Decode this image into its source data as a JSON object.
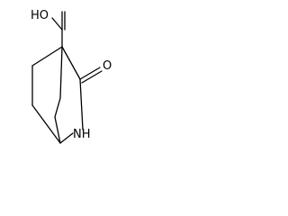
{
  "molecule": {
    "atoms": {
      "hydroxyl": "HO",
      "carbonyl_oxygen": "O",
      "amide_nitrogen": "NH"
    }
  }
}
